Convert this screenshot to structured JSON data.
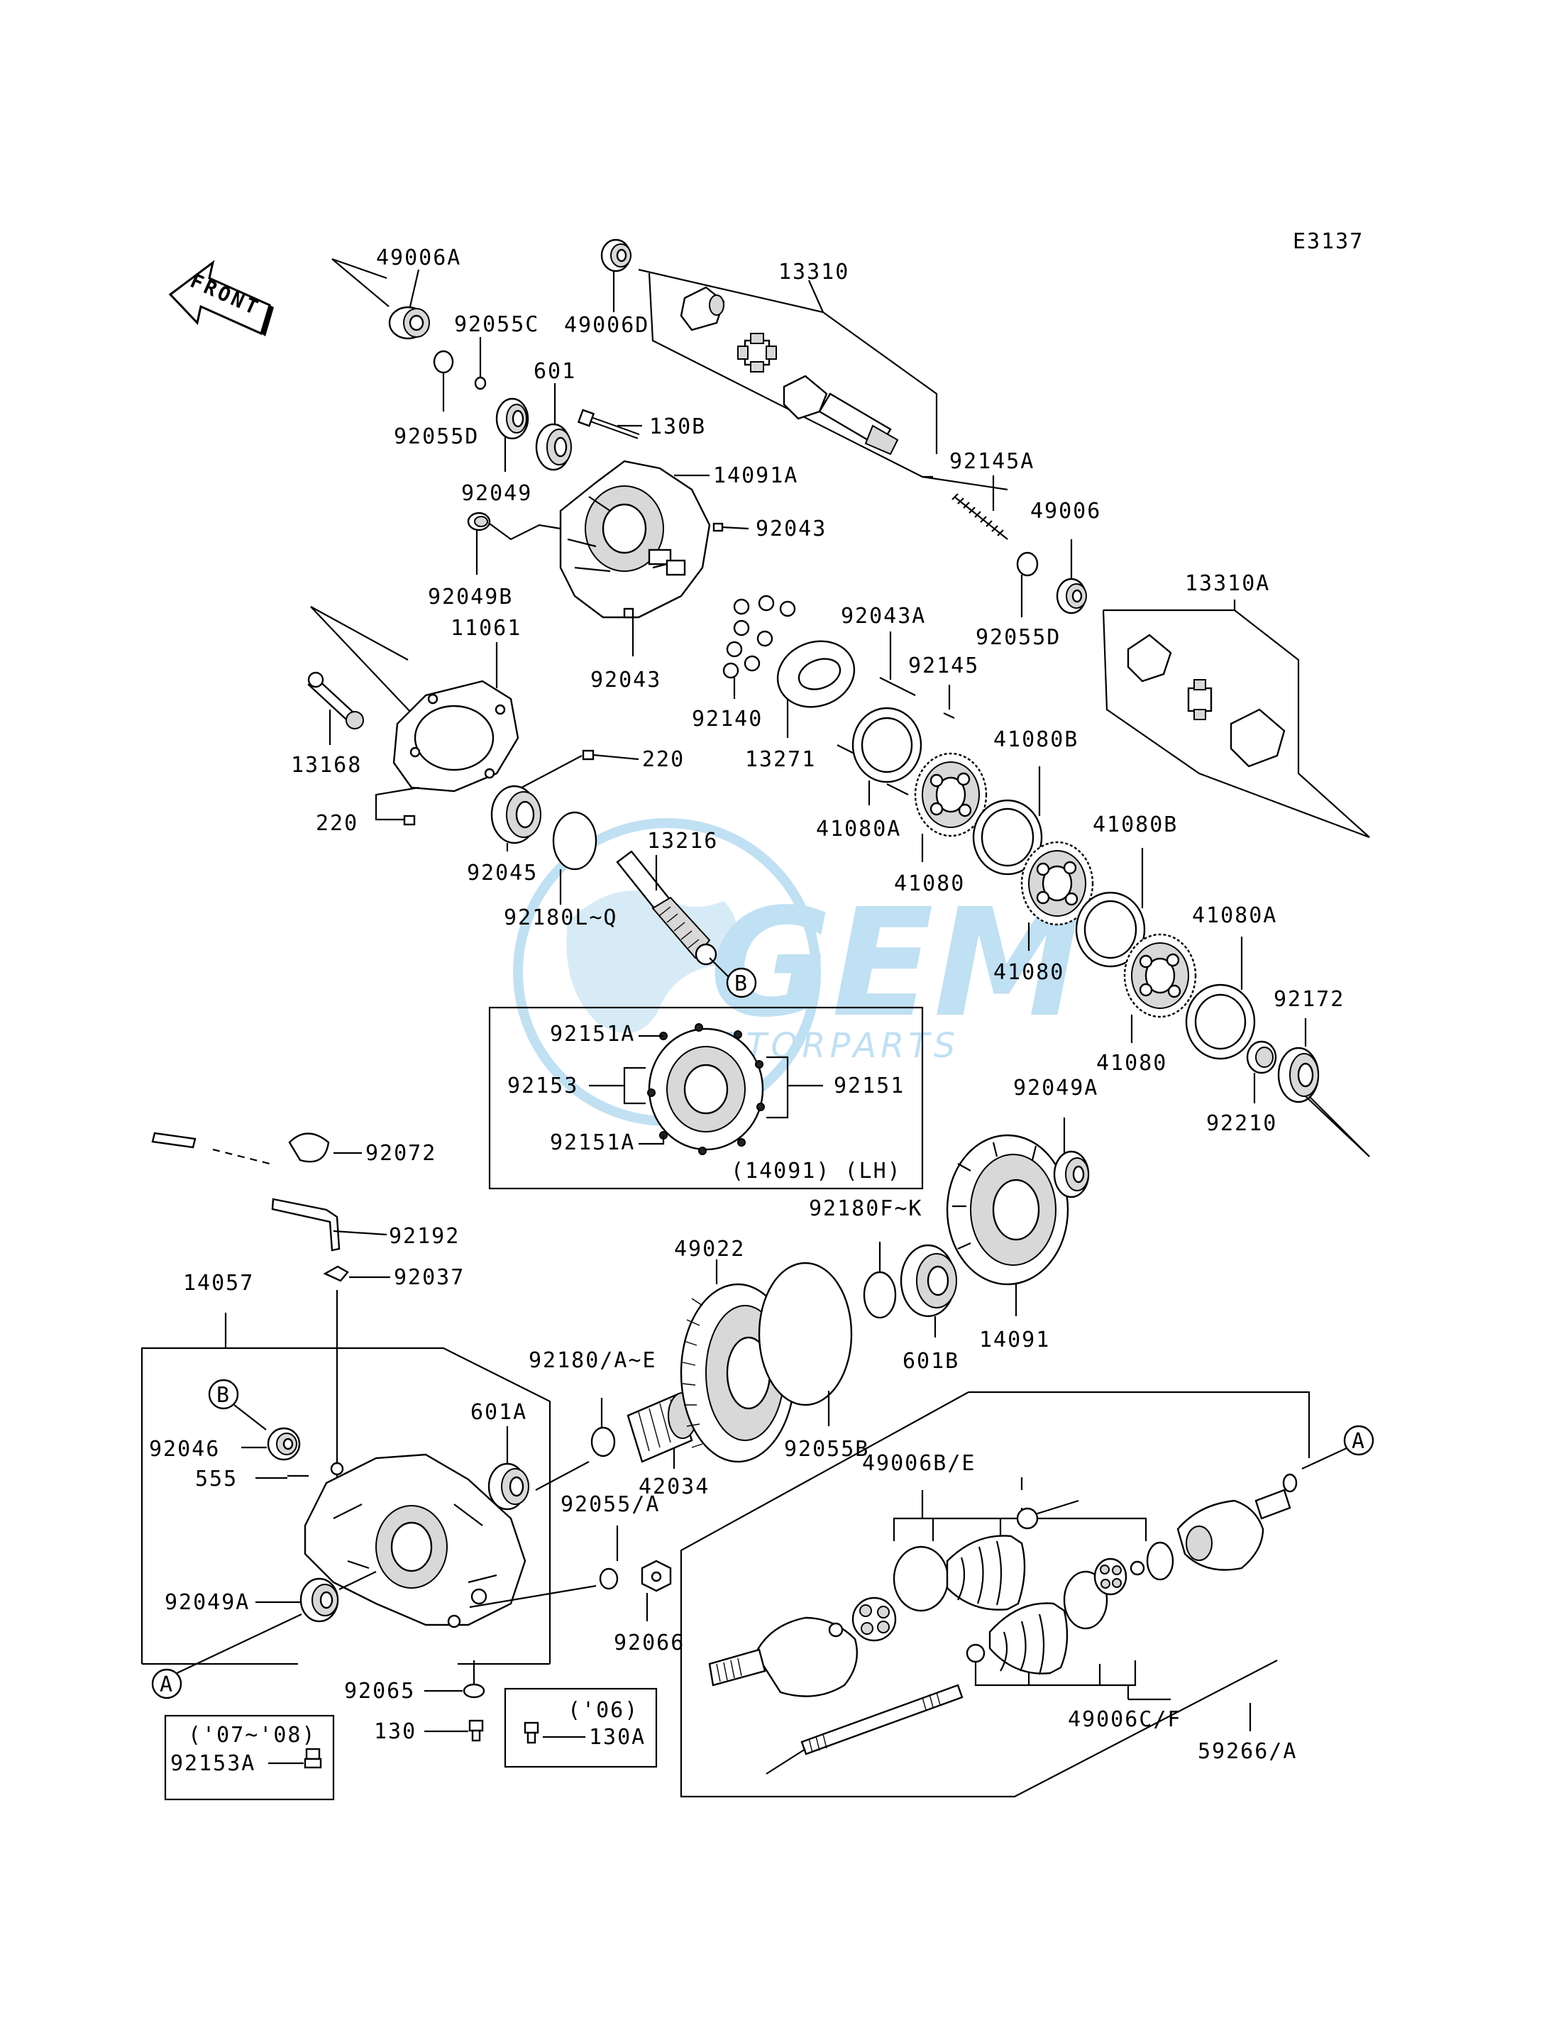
{
  "diagram_code": "E3137",
  "front_label": "FRONT",
  "watermark": {
    "brand": "GEM",
    "sub": "MOTORPARTS",
    "color": "#8ec8ea"
  },
  "callouts": {
    "A": "A",
    "B": "B"
  },
  "group_labels": {
    "lh_box": "(14091)  (LH)",
    "year_06": "('06)",
    "year_07_08": "('07~'08)"
  },
  "parts": {
    "p49006A": "49006A",
    "p92055C": "92055C",
    "p92055D": "92055D",
    "p601": "601",
    "p92049": "92049",
    "p130B": "130B",
    "p14091A": "14091A",
    "p92043a": "92043",
    "p92049B": "92049B",
    "p92043b": "92043",
    "p49006D": "49006D",
    "p13310": "13310",
    "p92145A": "92145A",
    "p49006": "49006",
    "p92055Db": "92055D",
    "p13310A": "13310A",
    "p92043A": "92043A",
    "p92145": "92145",
    "p92140": "92140",
    "p13271": "13271",
    "p11061": "11061",
    "p13168": "13168",
    "p220a": "220",
    "p220b": "220",
    "p92045": "92045",
    "p92180LQ": "92180L~Q",
    "p13216": "13216",
    "p41080Ba": "41080B",
    "p41080Aa": "41080A",
    "p41080a": "41080",
    "p41080Bb": "41080B",
    "p41080b": "41080",
    "p41080Ab": "41080A",
    "p41080c": "41080",
    "p92172": "92172",
    "p92210": "92210",
    "p92151Aa": "92151A",
    "p92153": "92153",
    "p92151": "92151",
    "p92151Ab": "92151A",
    "p92072": "92072",
    "p92192": "92192",
    "p92037": "92037",
    "p14057": "14057",
    "p49022": "49022",
    "p92180FK": "92180F~K",
    "p92049A": "92049A",
    "p601B": "601B",
    "p14091": "14091",
    "p92180AE": "92180/A~E",
    "p92055B": "92055B",
    "p42034": "42034",
    "p601A": "601A",
    "p92046": "92046",
    "p555": "555",
    "p92049Ab": "92049A",
    "p92055A": "92055/A",
    "p92066": "92066",
    "p92065": "92065",
    "p130": "130",
    "p130A": "130A",
    "p92153A": "92153A",
    "p49006BE": "49006B/E",
    "p49006CF": "49006C/F",
    "p59266A": "59266/A"
  }
}
